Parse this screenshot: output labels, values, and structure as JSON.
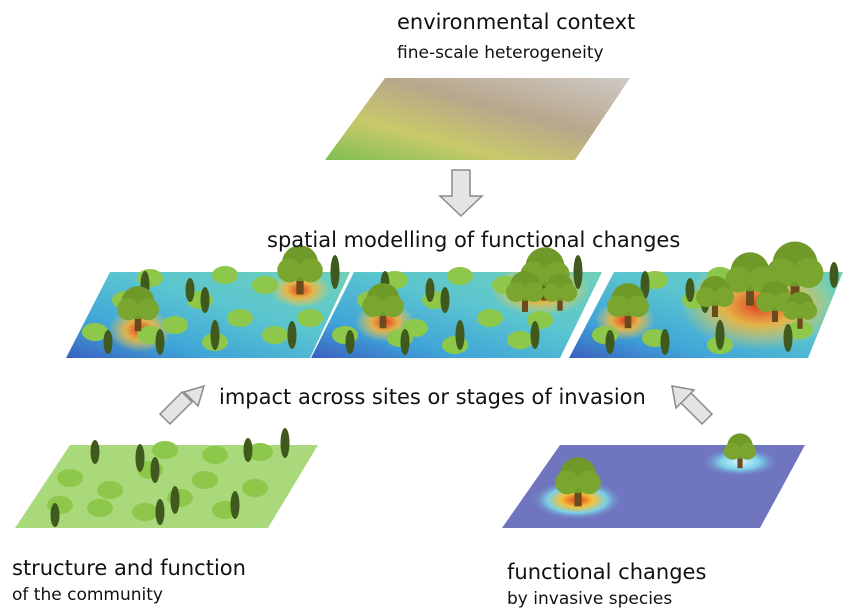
{
  "top": {
    "title": "environmental context",
    "subtitle": "fine-scale heterogeneity"
  },
  "middle": {
    "title": "spatial modelling of functional changes"
  },
  "arrows": {
    "caption": "impact across sites or stages of invasion"
  },
  "bottom_left": {
    "title": "structure and function",
    "subtitle": "of the community"
  },
  "bottom_right": {
    "title": "functional changes",
    "subtitle": "by invasive species"
  },
  "colors": {
    "arrow_fill": "#e4e4e4",
    "arrow_stroke": "#8a8a8a",
    "canopy": "#8ec84a",
    "cypress": "#3f5a1c",
    "community_plane": "#a9d97a",
    "invasive_plane": "#6f76bf",
    "heat_hot": "#e43a1f",
    "heat_warm": "#f3b23a",
    "terrain_cool": "#48b2d6"
  }
}
